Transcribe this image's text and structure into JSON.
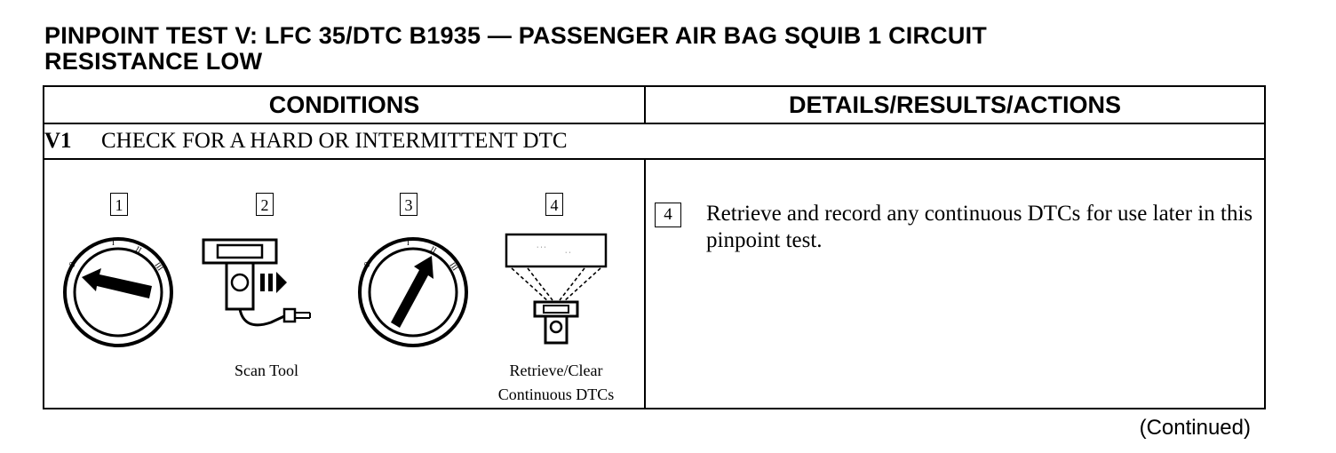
{
  "title": {
    "line1": "PINPOINT TEST V:  LFC 35/DTC B1935 — PASSENGER AIR BAG SQUIB 1 CIRCUIT",
    "line2": "RESISTANCE LOW"
  },
  "table": {
    "col_conditions": "CONDITIONS",
    "col_details": "DETAILS/RESULTS/ACTIONS",
    "step": {
      "number": "V1",
      "title": "CHECK FOR A HARD OR INTERMITTENT DTC"
    },
    "illustrations": [
      {
        "step": "1",
        "icon": "ignition-off-icon",
        "caption": ""
      },
      {
        "step": "2",
        "icon": "scan-tool-icon",
        "caption": "Scan Tool"
      },
      {
        "step": "3",
        "icon": "ignition-run-icon",
        "caption": ""
      },
      {
        "step": "4",
        "icon": "retrieve-clear-dtc-icon",
        "caption_line1": "Retrieve/Clear",
        "caption_line2": "Continuous DTCs"
      }
    ],
    "result": {
      "step": "4",
      "text": "Retrieve and record any continuous DTCs for use later in this pinpoint test."
    }
  },
  "footer": {
    "continued": "(Continued)"
  }
}
